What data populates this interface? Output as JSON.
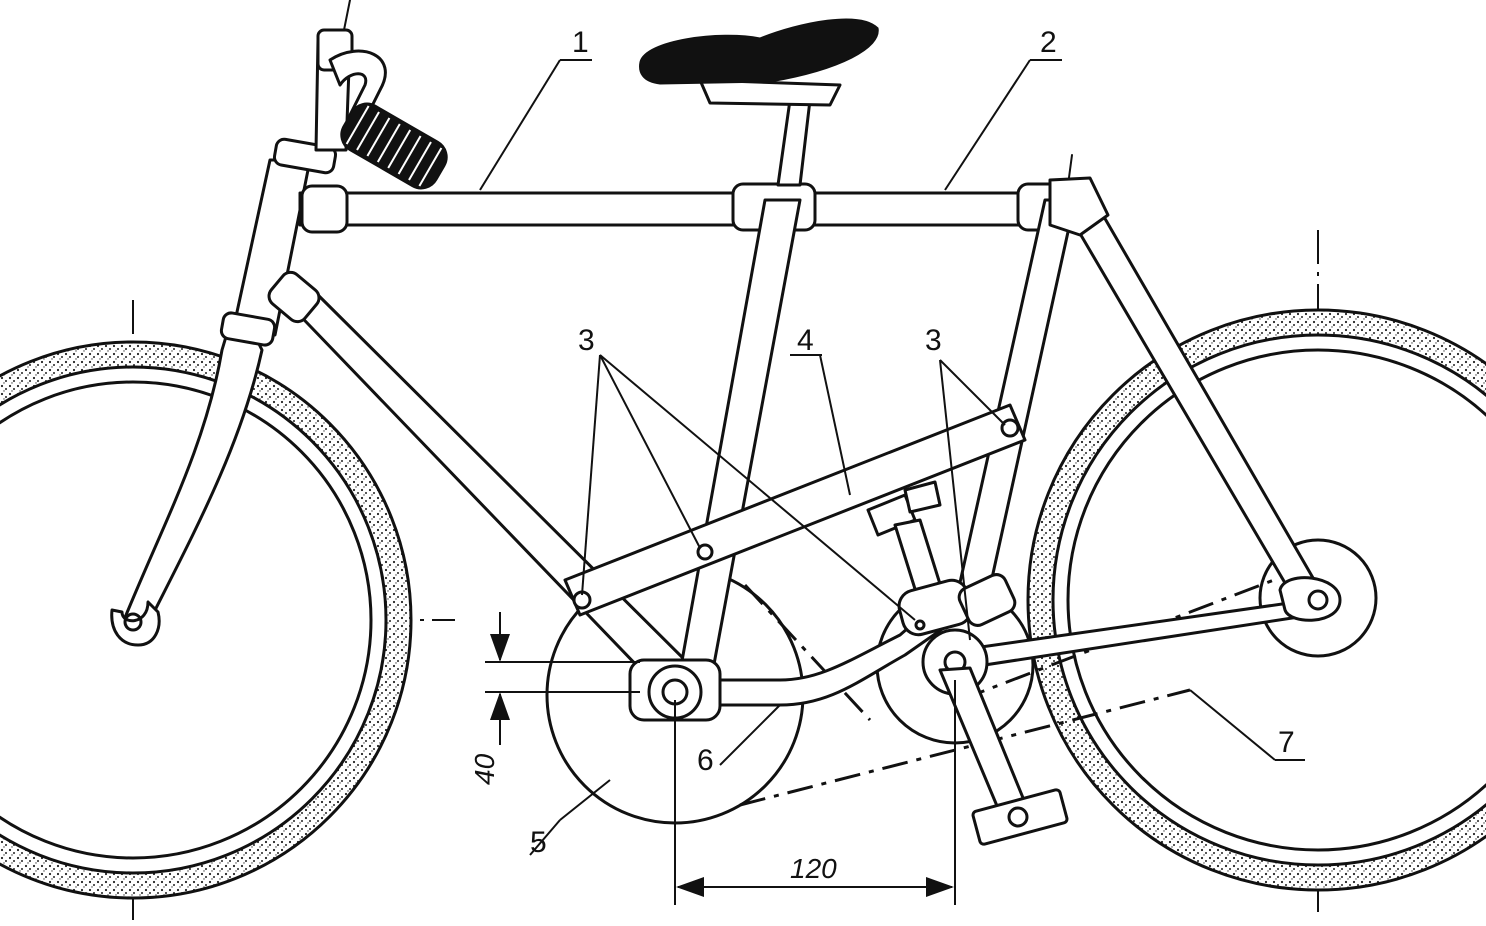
{
  "callouts": [
    {
      "id": "1",
      "text": "1"
    },
    {
      "id": "2",
      "text": "2"
    },
    {
      "id": "3a",
      "text": "3"
    },
    {
      "id": "3b",
      "text": "3"
    },
    {
      "id": "4",
      "text": "4"
    },
    {
      "id": "5",
      "text": "5"
    },
    {
      "id": "6",
      "text": "6"
    },
    {
      "id": "7",
      "text": "7"
    }
  ],
  "dimensions": {
    "vertical_offset": "40",
    "horizontal_offset": "120"
  },
  "colors": {
    "ink": "#111111",
    "paper": "#ffffff"
  }
}
